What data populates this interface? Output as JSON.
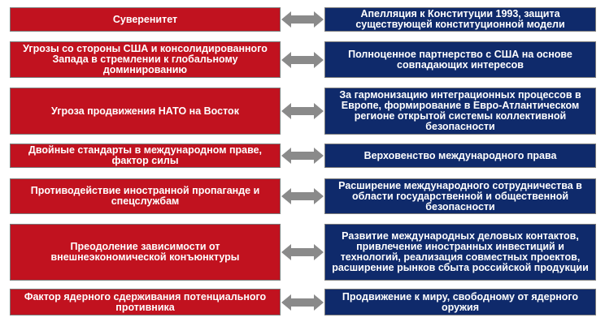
{
  "rows": [
    {
      "left": "Суверенитет",
      "right": "Апелляция к Конституции 1993, защита существующей конституционной модели"
    },
    {
      "left": "Угрозы со стороны США и консолидированного Запада в стремлении к глобальному доминированию",
      "right": "Полноценное партнерство с США на основе совпадающих интересов"
    },
    {
      "left": "Угроза продвижения НАТО на Восток",
      "right": "За гармонизацию интеграционных процессов в Европе, формирование в Евро-Атлантическом регионе открытой системы коллективной безопасности"
    },
    {
      "left": "Двойные стандарты в международном праве, фактор силы",
      "right": "Верховенство международного права"
    },
    {
      "left": "Противодействие иностранной пропаганде и спецслужбам",
      "right": "Расширение международного сотрудничества в области государственной и общественной безопасности"
    },
    {
      "left": "Преодоление зависимости от внешнеэкономической конъюнктуры",
      "right": "Развитие международных деловых контактов, привлечение иностранных инвестиций и технологий, реализация совместных проектов, расширение рынков сбыта российской продукции"
    },
    {
      "left": "Фактор ядерного сдерживания потенциального противника",
      "right": "Продвижение к миру, свободному от ядерного оружия"
    }
  ],
  "colors": {
    "left_box": "#c1121f",
    "right_box": "#0f2a6b",
    "arrow": "#8a8a8a"
  }
}
